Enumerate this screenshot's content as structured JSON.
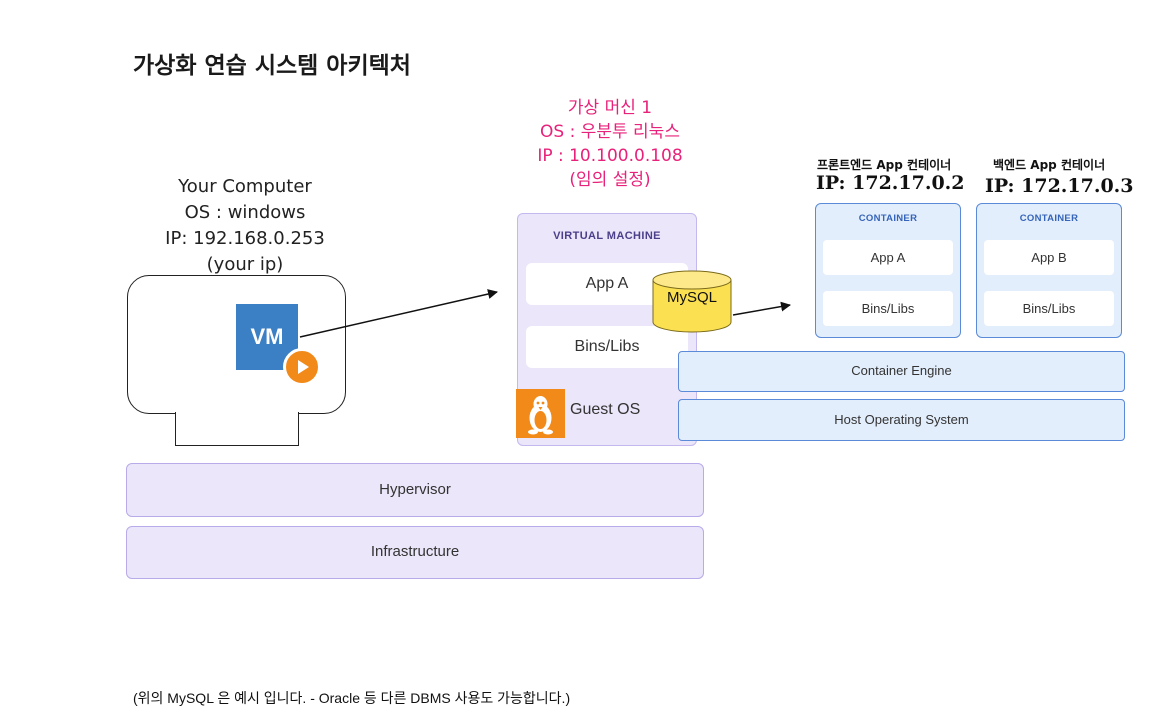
{
  "title": "가상화 연습 시스템 아키텍처",
  "your_computer": {
    "line1": "Your Computer",
    "line2": "OS : windows",
    "line3": "IP: 192.168.0.253",
    "line4": "(your ip)",
    "vm_icon_text": "VM"
  },
  "virtual_machine_label": {
    "line1": "가상 머신 1",
    "line2": "OS : 우분투 리눅스",
    "line3": "IP : 10.100.0.108",
    "line4": "(임의 설정)",
    "color": "#e8227a"
  },
  "vm_panel": {
    "title": "VIRTUAL MACHINE",
    "app": "App A",
    "bins": "Bins/Libs",
    "guest_os": "Guest OS",
    "guest_os_icon": "linux-penguin-icon"
  },
  "mysql": "MySQL",
  "layers": {
    "hypervisor": "Hypervisor",
    "infrastructure": "Infrastructure",
    "container_engine": "Container Engine",
    "host_os": "Host Operating System"
  },
  "containers": [
    {
      "title": "프론트엔드 App 컨테이너",
      "ip": "IP: 172.17.0.2",
      "header": "CONTAINER",
      "app": "App A",
      "bins": "Bins/Libs"
    },
    {
      "title": "백엔드 App 컨테이너",
      "ip": "IP: 172.17.0.3",
      "header": "CONTAINER",
      "app": "App B",
      "bins": "Bins/Libs"
    }
  ],
  "footnote": "(위의 MySQL 은 예시 입니다. - Oracle 등 다른 DBMS 사용도 가능합니다.)",
  "colors": {
    "vm_purple": "#ebe6f9",
    "container_blue": "#e3eefc",
    "vm_icon_blue": "#3b7fc4",
    "accent_orange": "#f28a1a",
    "mysql_yellow": "#fbe052"
  }
}
